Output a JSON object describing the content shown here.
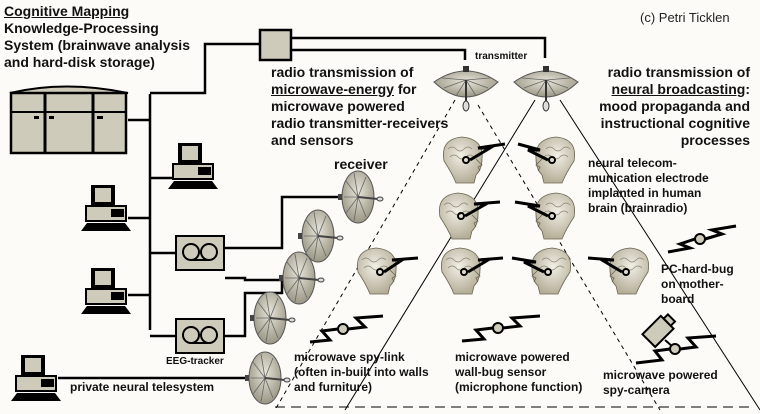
{
  "title": {
    "heading": "Cognitive Mapping",
    "line1": "Knowledge-Processing",
    "line2": "System (brainwave analysis",
    "line3": "and hard-disk storage)"
  },
  "copyright": "(c) Petri Ticklen",
  "transmitter_label": "transmitter",
  "receiver_label": "receiver",
  "eeg_label": "EEG-tracker",
  "private_label": "private neural telesystem",
  "microwave_energy": {
    "line1": "radio transmission of",
    "underlined": "microwave-energy",
    "line2_rest": " for",
    "line3": "microwave powered",
    "line4": "radio transmitter-receivers",
    "line5": "and sensors"
  },
  "neural_broadcasting": {
    "line1": "radio transmission of",
    "underlined": "neural broadcasting",
    "line2_rest": ":",
    "line3": "mood propaganda and",
    "line4": "instructional cognitive",
    "line5": "processes"
  },
  "electrode": {
    "line1": "neural telecom-",
    "line2": "munication electrode",
    "line3": "implanted in human",
    "line4": "brain (brainradio)"
  },
  "pc_bug": {
    "line1": "PC-hard-bug",
    "line2": "on mother-",
    "line3": "board"
  },
  "spy_link": {
    "line1": "microwave spy-link",
    "line2": "(often in-built into walls",
    "line3": "and furniture)"
  },
  "wall_bug": {
    "line1": "microwave powered",
    "line2": "wall-bug sensor",
    "line3": "(microphone function)"
  },
  "spy_camera": {
    "line1": "microwave powered",
    "line2": "spy-camera"
  },
  "colors": {
    "background": "#fcfbf7",
    "device_fill": "#cfcbbb",
    "line": "#000000"
  }
}
